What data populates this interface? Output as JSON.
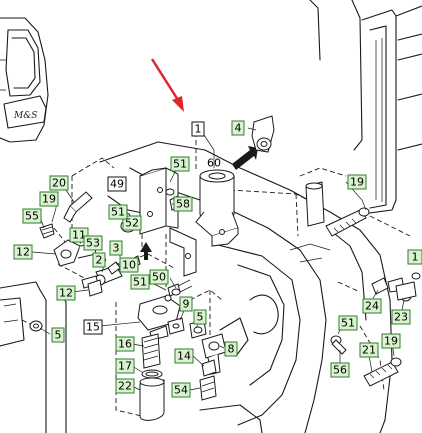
{
  "diagram": {
    "colors": {
      "callout_fill": "#d9f2d0",
      "callout_border": "#2e7d2a",
      "pointer_arrow": "#e0252a",
      "line": "#1a1a1a"
    },
    "callouts": [
      {
        "id": "c1",
        "label": "1",
        "style": "w"
      },
      {
        "id": "c4",
        "label": "4",
        "style": "g"
      },
      {
        "id": "c60",
        "label": "60",
        "style": "n"
      },
      {
        "id": "c51a",
        "label": "51",
        "style": "g"
      },
      {
        "id": "c20",
        "label": "20",
        "style": "g"
      },
      {
        "id": "c49",
        "label": "49",
        "style": "w"
      },
      {
        "id": "c58",
        "label": "58",
        "style": "g"
      },
      {
        "id": "c19a",
        "label": "19",
        "style": "g"
      },
      {
        "id": "c55",
        "label": "55",
        "style": "g"
      },
      {
        "id": "c52",
        "label": "52",
        "style": "g"
      },
      {
        "id": "c51b",
        "label": "51",
        "style": "g"
      },
      {
        "id": "c11",
        "label": "11",
        "style": "g"
      },
      {
        "id": "c53",
        "label": "53",
        "style": "g"
      },
      {
        "id": "c3",
        "label": "3",
        "style": "g"
      },
      {
        "id": "c12a",
        "label": "12",
        "style": "g"
      },
      {
        "id": "c2",
        "label": "2",
        "style": "g"
      },
      {
        "id": "c10",
        "label": "10",
        "style": "g"
      },
      {
        "id": "c12b",
        "label": "12",
        "style": "g"
      },
      {
        "id": "c50",
        "label": "50",
        "style": "g"
      },
      {
        "id": "c51c",
        "label": "51",
        "style": "g"
      },
      {
        "id": "c9",
        "label": "9",
        "style": "g"
      },
      {
        "id": "c15",
        "label": "15",
        "style": "w"
      },
      {
        "id": "c5a",
        "label": "5",
        "style": "g"
      },
      {
        "id": "c5b",
        "label": "5",
        "style": "g"
      },
      {
        "id": "c16",
        "label": "16",
        "style": "g"
      },
      {
        "id": "c17",
        "label": "17",
        "style": "g"
      },
      {
        "id": "c14",
        "label": "14",
        "style": "g"
      },
      {
        "id": "c8",
        "label": "8",
        "style": "g"
      },
      {
        "id": "c22",
        "label": "22",
        "style": "g"
      },
      {
        "id": "c54",
        "label": "54",
        "style": "g"
      },
      {
        "id": "c19b",
        "label": "19",
        "style": "g"
      },
      {
        "id": "c24",
        "label": "24",
        "style": "g"
      },
      {
        "id": "c23",
        "label": "23",
        "style": "g"
      },
      {
        "id": "c51d",
        "label": "51",
        "style": "g"
      },
      {
        "id": "c21",
        "label": "21",
        "style": "g"
      },
      {
        "id": "c19c",
        "label": "19",
        "style": "g"
      },
      {
        "id": "c56",
        "label": "56",
        "style": "g"
      },
      {
        "id": "c16b",
        "label": "1",
        "style": "g"
      }
    ]
  }
}
